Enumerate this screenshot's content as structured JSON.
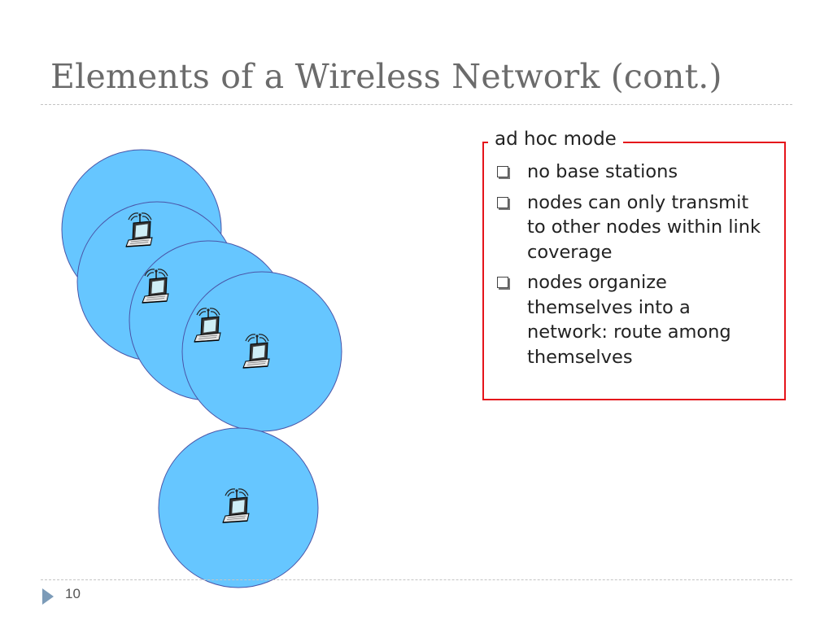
{
  "slide": {
    "title": "Elements of a Wireless Network (cont.)",
    "page_number": "10"
  },
  "panel": {
    "heading": "ad hoc mode",
    "bullets": [
      "no base stations",
      "nodes can only transmit to other nodes within link coverage",
      "nodes organize themselves into a network: route among themselves"
    ]
  },
  "colors": {
    "coverage": "#66c6ff",
    "coverage_outline": "#4a55a8",
    "box_border": "#e5141b",
    "title": "#6b6b6b"
  },
  "icons": {
    "node": "laptop-icon",
    "signal": "signal-waves-icon",
    "bullet": "checkbox-bullet-icon",
    "page": "triangle-arrow-icon"
  }
}
